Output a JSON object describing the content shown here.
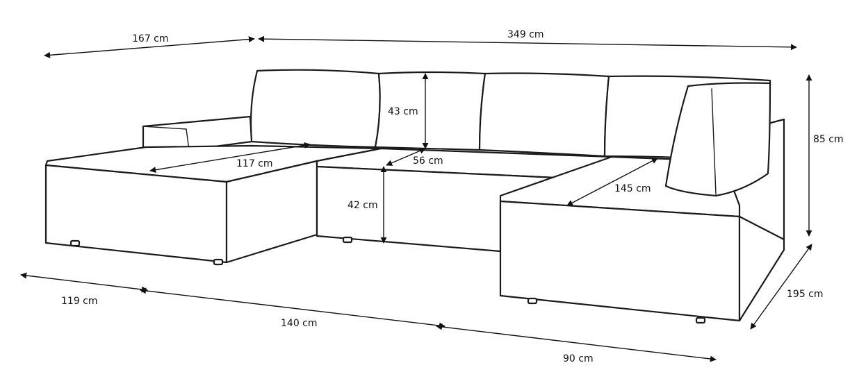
{
  "dimensions": {
    "left_chaise_top_width": "167 cm",
    "total_width": "349 cm",
    "total_height": "85 cm",
    "depth": "195 cm",
    "left_chaise_depth": "119 cm",
    "middle_section_width": "140 cm",
    "right_chaise_width": "90 cm",
    "left_seat_depth": "117 cm",
    "back_cushion_height": "43 cm",
    "seat_depth": "56 cm",
    "seat_height": "42 cm",
    "right_seat_depth": "145 cm"
  }
}
